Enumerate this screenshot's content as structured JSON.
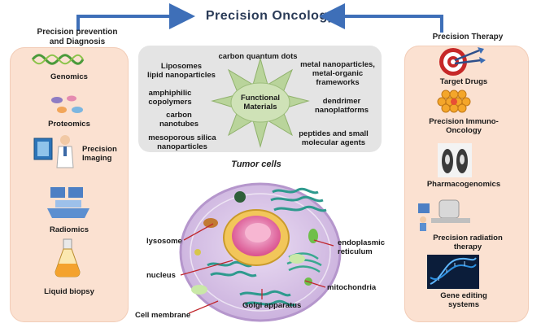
{
  "title": "Precision Oncology",
  "left_panel": {
    "heading_line1": "Precision prevention",
    "heading_line2": "and Diagnosis",
    "items": [
      {
        "label": "Genomics",
        "icon": "dna-helix-icon"
      },
      {
        "label": "Proteomics",
        "icon": "protein-icon"
      },
      {
        "label_line1": "Precision",
        "label_line2": "Imaging",
        "icon": "doctor-imaging-icon"
      },
      {
        "label": "Radiomics",
        "icon": "workstation-icon"
      },
      {
        "label": "Liquid biopsy",
        "icon": "flask-icon"
      }
    ]
  },
  "right_panel": {
    "heading": "Precision Therapy",
    "items": [
      {
        "label": "Target Drugs",
        "icon": "target-darts-icon"
      },
      {
        "label_line1": "Precision Immuno-",
        "label_line2": "Oncology",
        "icon": "cell-cluster-icon"
      },
      {
        "label": "Pharmacogenomics",
        "icon": "mice-scan-icon"
      },
      {
        "label_line1": "Precision radiation",
        "label_line2": "therapy",
        "icon": "radiation-machine-icon"
      },
      {
        "label_line1": "Gene editing",
        "label_line2": "systems",
        "icon": "dna-strand-icon"
      }
    ]
  },
  "functional_materials": {
    "center_line1": "Functional",
    "center_line2": "Materials",
    "items": [
      {
        "line1": "carbon quantum dots"
      },
      {
        "line1": "Liposomes",
        "line2": "lipid nanoparticles"
      },
      {
        "line1": "metal nanoparticles,",
        "line2": "metal-organic",
        "line3": "frameworks"
      },
      {
        "line1": "amphiphilic",
        "line2": "copolymers"
      },
      {
        "line1": "dendrimer",
        "line2": "nanoplatforms"
      },
      {
        "line1": "carbon",
        "line2": "nanotubes"
      },
      {
        "line1": "mesoporous silica",
        "line2": "nanoparticles"
      },
      {
        "line1": "peptides and small",
        "line2": "molecular agents"
      }
    ]
  },
  "tumor": {
    "title": "Tumor cells",
    "labels": {
      "lysosome": "lysosome",
      "nucleus": "nucleus",
      "cell_membrane": "Cell membrane",
      "er_line1": "endoplasmic",
      "er_line2": "reticulum",
      "mitochondria": "mitochondria",
      "golgi": "Golgi apparatus"
    }
  },
  "colors": {
    "panel": "#fbe1d1",
    "arrow": "#3e6fb8",
    "burst": "#b9d49b",
    "leader": "#c0272d",
    "cell": "#d8c4e6"
  }
}
